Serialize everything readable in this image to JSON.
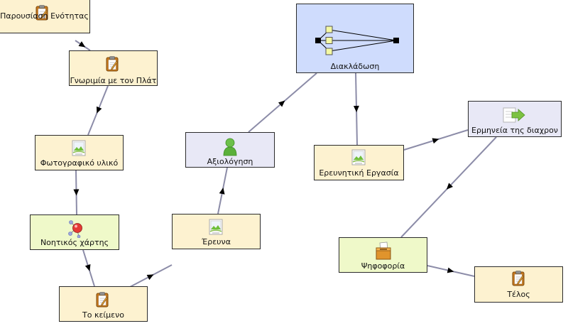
{
  "nodes": [
    {
      "id": "parousiasi",
      "label": "Παρουσίαση Ενότητας",
      "icon": "clipboard-icon"
    },
    {
      "id": "gnorimia",
      "label": "Γνωριμία με τον Πλάτ",
      "icon": "clipboard-icon"
    },
    {
      "id": "fotografiko",
      "label": "Φωτογραφικό υλικό",
      "icon": "image-icon"
    },
    {
      "id": "noitikos",
      "label": "Νοητικός χάρτης",
      "icon": "mindmap-icon"
    },
    {
      "id": "keimeno",
      "label": "Το κείμενο",
      "icon": "clipboard-icon"
    },
    {
      "id": "erevna",
      "label": "Έρευνα",
      "icon": "image-icon"
    },
    {
      "id": "axiologisi",
      "label": "Αξιολόγηση",
      "icon": "user-icon"
    },
    {
      "id": "diakladosi",
      "label": "Διακλάδωση",
      "icon": "branch-icon"
    },
    {
      "id": "erevnitiki",
      "label": "Ερευνητική Εργασία",
      "icon": "image-icon"
    },
    {
      "id": "ermineia",
      "label": "Ερμηνεία της διαχρον",
      "icon": "arrow-forward-icon"
    },
    {
      "id": "psifoforia",
      "label": "Ψηφοφορία",
      "icon": "ballot-box-icon"
    },
    {
      "id": "telos",
      "label": "Τέλος",
      "icon": "clipboard-icon"
    }
  ],
  "edges": [
    [
      "parousiasi",
      "gnorimia"
    ],
    [
      "gnorimia",
      "fotografiko"
    ],
    [
      "fotografiko",
      "noitikos"
    ],
    [
      "noitikos",
      "keimeno"
    ],
    [
      "keimeno",
      "erevna"
    ],
    [
      "erevna",
      "axiologisi"
    ],
    [
      "axiologisi",
      "diakladosi"
    ],
    [
      "diakladosi",
      "erevnitiki"
    ],
    [
      "erevnitiki",
      "ermineia"
    ],
    [
      "ermineia",
      "psifoforia"
    ],
    [
      "psifoforia",
      "telos"
    ]
  ],
  "colors": {
    "activity": "#fdf2d0",
    "assessment": "#e8e8f6",
    "tool": "#eff9c9",
    "branching": "#cfdcfd",
    "edge": "#8c8ca8",
    "arrow": "#000000"
  }
}
